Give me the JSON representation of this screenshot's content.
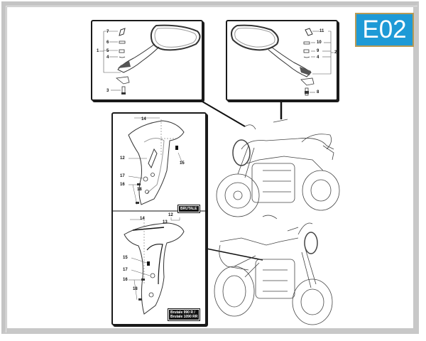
{
  "page": {
    "code": "E02"
  },
  "panels": {
    "left_mirror": {
      "callouts": [
        "7",
        "6",
        "1",
        "5",
        "4",
        "3"
      ]
    },
    "right_mirror": {
      "callouts": [
        "11",
        "10",
        "2",
        "9",
        "4",
        "8"
      ]
    },
    "brutale": {
      "label": "BRUTALE",
      "callouts": [
        "14",
        "12",
        "15",
        "17",
        "16",
        "18"
      ]
    },
    "brutale_rr": {
      "label_line1": "Brutale 990 R /",
      "label_line2": "Brutale 1090 RR",
      "callouts": [
        "14",
        "12",
        "13",
        "15",
        "17",
        "16",
        "18"
      ]
    }
  }
}
